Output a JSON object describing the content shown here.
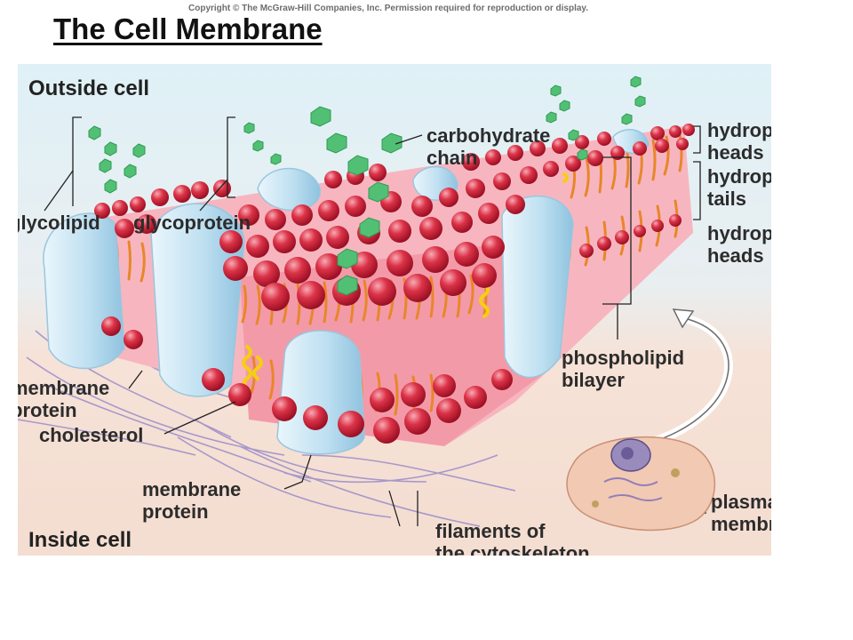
{
  "copyright": "Copyright © The McGraw-Hill Companies, Inc. Permission required for reproduction or display.",
  "title": "The Cell Membrane",
  "regions": {
    "outside": "Outside cell",
    "inside": "Inside cell"
  },
  "labels": {
    "glycolipid": "glycolipid",
    "glycoprotein": "glycoprotein",
    "carbohydrate_chain": "carbohydrate\nchain",
    "hydrophilic_heads_top": "hydrophilic\nheads",
    "hydrophobic_tails": "hydrophobic\ntails",
    "hydrophilic_heads_bottom": "hydrophilic\nheads",
    "phospholipid_bilayer": "phospholipid\nbilayer",
    "membrane_protein_left": "membrane\nprotein",
    "cholesterol": "cholesterol",
    "membrane_protein_bottom": "membrane\nprotein",
    "filaments": "filaments of\nthe cytoskeleton",
    "plasma_membrane": "plasma\nmembrane"
  },
  "colors": {
    "outside_bg": "#dff0f6",
    "inside_bg": "#f6e1d6",
    "head": "#d7263d",
    "head_highlight": "#f6a3ae",
    "tail": "#e8862a",
    "protein": "#bfdff0",
    "carbohydrate": "#4fbf6f",
    "cholesterol": "#f7d31a",
    "filament": "#9a8cc8"
  }
}
